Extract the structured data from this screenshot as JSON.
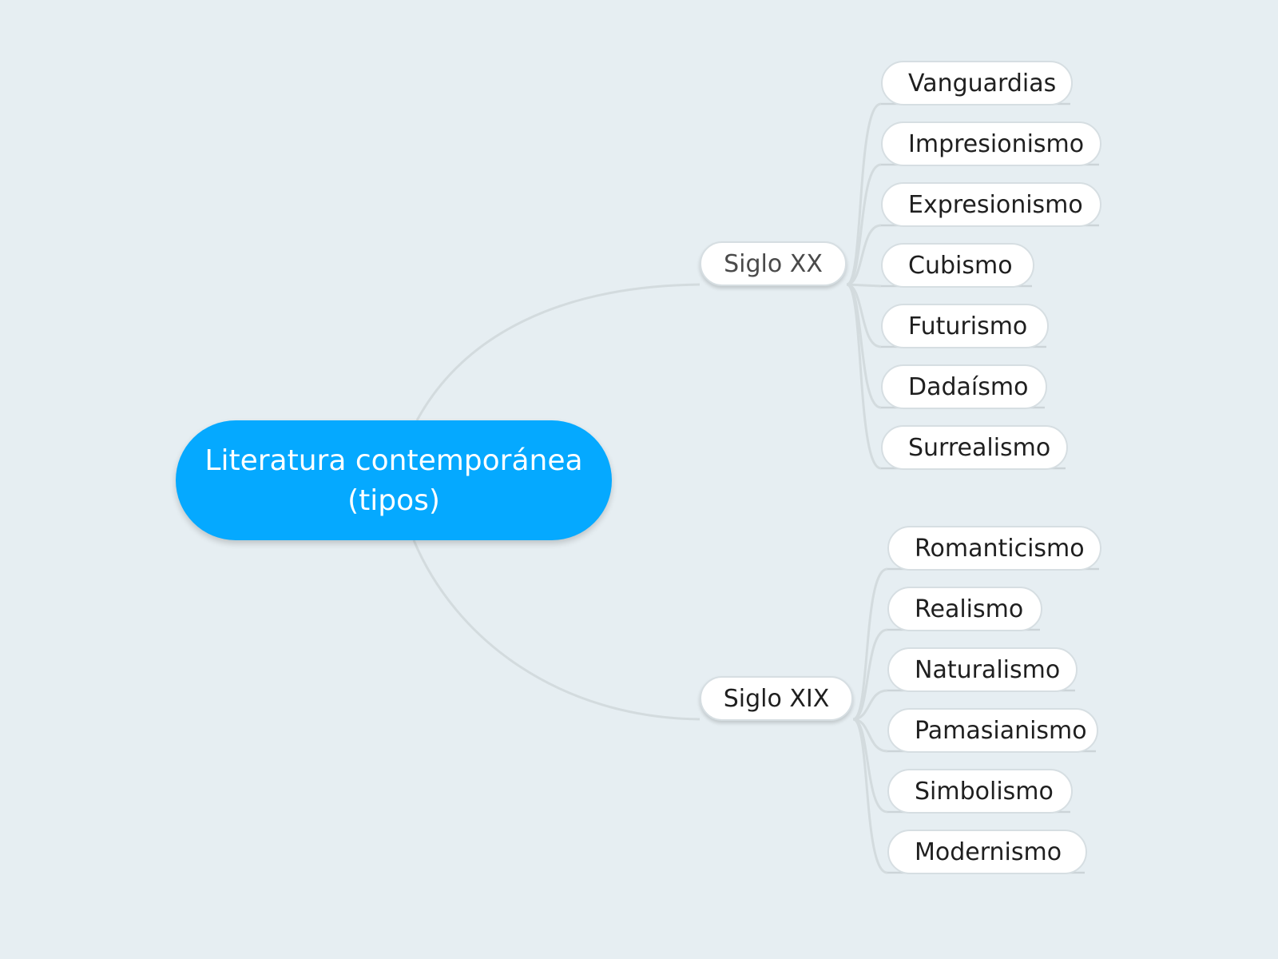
{
  "central_topic": {
    "line1": "Literatura contemporánea",
    "line2": "(tipos)",
    "color": "#05a9ff"
  },
  "branches": [
    {
      "label": "Siglo XX",
      "children": [
        "Vanguardias",
        "Impresionismo",
        "Expresionismo",
        "Cubismo",
        "Futurismo",
        "Dadaísmo",
        "Surrealismo"
      ]
    },
    {
      "label": "Siglo XIX",
      "children": [
        "Romanticismo",
        "Realismo",
        "Naturalismo",
        "Pamasianismo",
        "Simbolismo",
        "Modernismo"
      ]
    }
  ],
  "colors": {
    "background": "#e6eef2",
    "connector": "#d3dbde",
    "node_fill": "#ffffff"
  }
}
